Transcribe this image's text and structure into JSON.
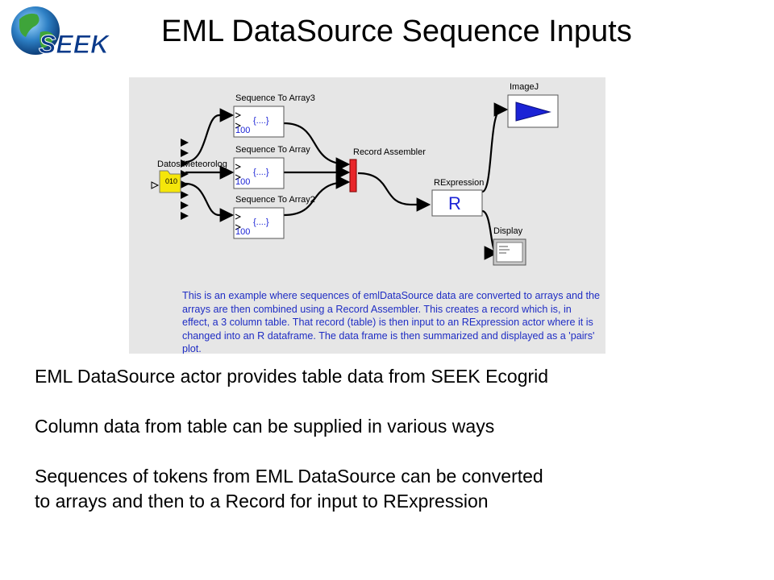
{
  "logo": {
    "text": "SEEK"
  },
  "slide": {
    "title": "EML DataSource Sequence Inputs"
  },
  "diagram": {
    "actors": {
      "seq_array3": "Sequence To Array3",
      "seq_array": "Sequence To Array",
      "seq_array2": "Sequence To Array2",
      "datos": "Datos Meteorolog",
      "record_assembler": "Record Assembler",
      "rexpression": "RExpression",
      "r_symbol": "R",
      "imagej": "ImageJ",
      "display": "Display"
    },
    "port_text": {
      "array_glyph": "{....}",
      "count": "100",
      "file_glyph": "010"
    },
    "caption": "This is an example where sequences of emlDataSource data are converted to arrays and the arrays are then combined using a Record Assembler. This creates a record which is, in effect, a 3 column table. That record (table) is then input to an RExpression actor where it is changed into an R dataframe. The data frame is then summarized and displayed as a 'pairs' plot."
  },
  "bullets": {
    "b1": "EML DataSource actor provides table data from SEEK Ecogrid",
    "b2": "Column data from table can be supplied in various ways",
    "b3_line1": "Sequences of tokens from EML DataSource can be converted",
    "b3_line2": "to arrays and then to a Record for input to RExpression"
  }
}
